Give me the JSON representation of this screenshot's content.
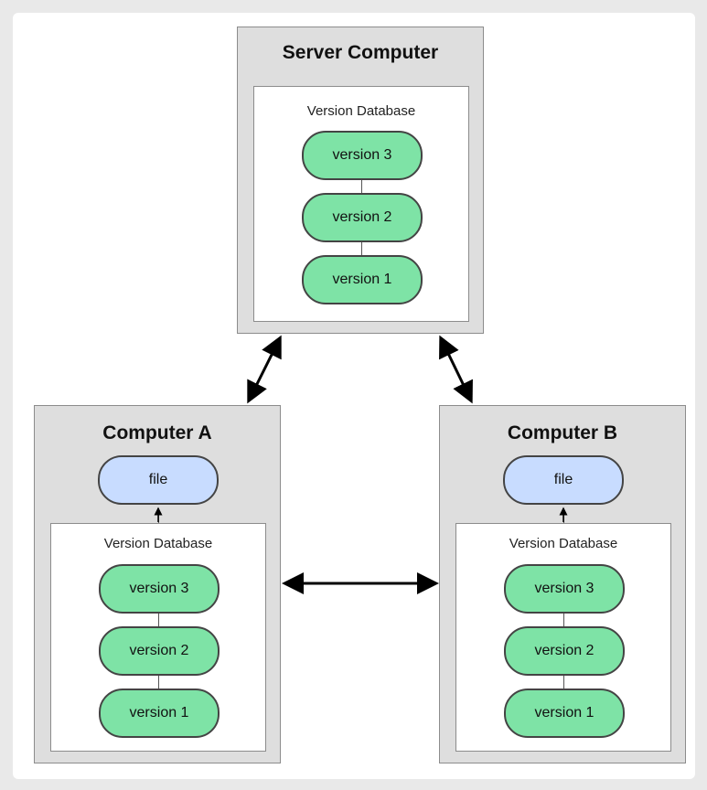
{
  "server": {
    "title": "Server Computer",
    "db_label": "Version Database",
    "versions": [
      "version 3",
      "version 2",
      "version 1"
    ]
  },
  "computer_a": {
    "title": "Computer A",
    "file_label": "file",
    "db_label": "Version Database",
    "versions": [
      "version 3",
      "version 2",
      "version 1"
    ]
  },
  "computer_b": {
    "title": "Computer B",
    "file_label": "file",
    "db_label": "Version Database",
    "versions": [
      "version 3",
      "version 2",
      "version 1"
    ]
  },
  "colors": {
    "version_fill": "#7ee3a6",
    "file_fill": "#c8dcff",
    "box_fill": "#dedede"
  }
}
